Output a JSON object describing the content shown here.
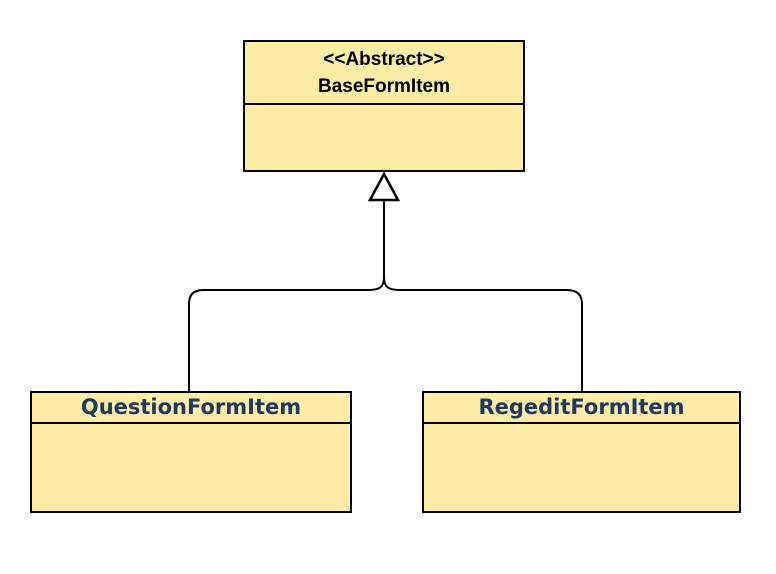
{
  "diagram": {
    "type": "uml-class-diagram",
    "colors": {
      "class_fill": "#FBEDA5",
      "class_border": "#000000",
      "abstract_title_text": "#000000",
      "subclass_title_text": "#1F3864",
      "background": "#FFFFFF",
      "connector": "#000000"
    },
    "classes": {
      "base": {
        "stereotype": "<<Abstract>>",
        "name": "BaseFormItem"
      },
      "question": {
        "name": "QuestionFormItem"
      },
      "regedit": {
        "name": "RegeditFormItem"
      }
    },
    "relations": [
      {
        "type": "generalization",
        "from": "QuestionFormItem",
        "to": "BaseFormItem"
      },
      {
        "type": "generalization",
        "from": "RegeditFormItem",
        "to": "BaseFormItem"
      }
    ]
  }
}
